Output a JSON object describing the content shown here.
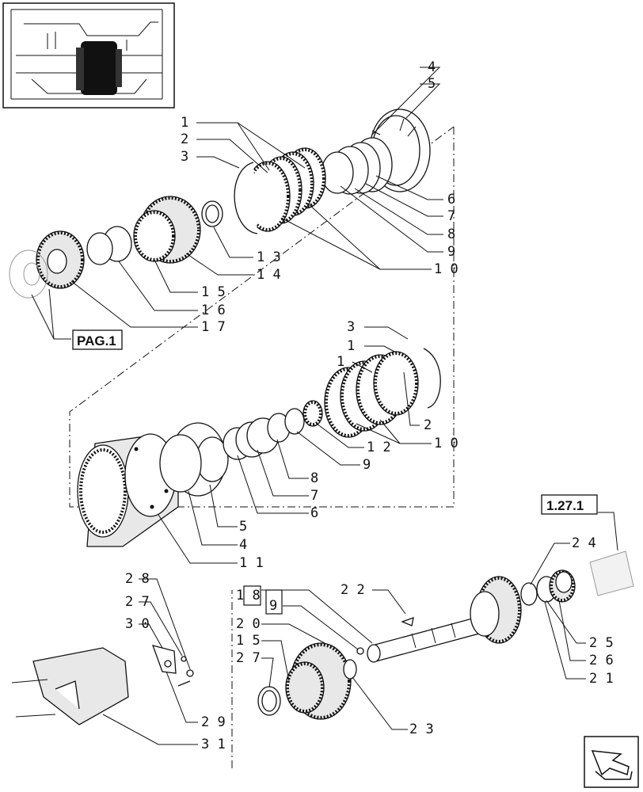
{
  "references": {
    "pag1": "PAG.1",
    "ref_1271": "1.27.1"
  },
  "callouts": {
    "c1_top": "1",
    "c2_top": "2",
    "c3_top": "3",
    "c4_top": "4",
    "c5_top": "5",
    "c6_top": "6",
    "c7_top": "7",
    "c8_top": "8",
    "c9_top": "9",
    "c10_top": "1 0",
    "c13": "1 3",
    "c14": "1 4",
    "c15_top": "1 5",
    "c16": "1 6",
    "c17": "1 7",
    "c3_mid": "3",
    "c1_mid_a": "1",
    "c1_mid_b": "1",
    "c2_mid": "2",
    "c10_mid": "1 0",
    "c12": "1 2",
    "c9_mid": "9",
    "c8_mid": "8",
    "c7_mid": "7",
    "c6_mid": "6",
    "c5_mid": "5",
    "c4_mid": "4",
    "c11": "1 1",
    "c24": "2 4",
    "c25": "2 5",
    "c26": "2 6",
    "c21": "2 1",
    "c22": "2 2",
    "c18": "1 8",
    "c19": "9",
    "c20": "2 0",
    "c15_low": "1 5",
    "c27_low": "2 7",
    "c23": "2 3",
    "c28": "2 8",
    "c27_left": "2 7",
    "c30": "3 0",
    "c29": "2 9",
    "c31": "3 1"
  },
  "colors": {
    "line": "#111111",
    "background": "#ffffff",
    "shade": "#e8e8e8"
  },
  "icons": {
    "thumbnail": "assembly-thumbnail",
    "nav": "next-page-arrow-icon"
  }
}
